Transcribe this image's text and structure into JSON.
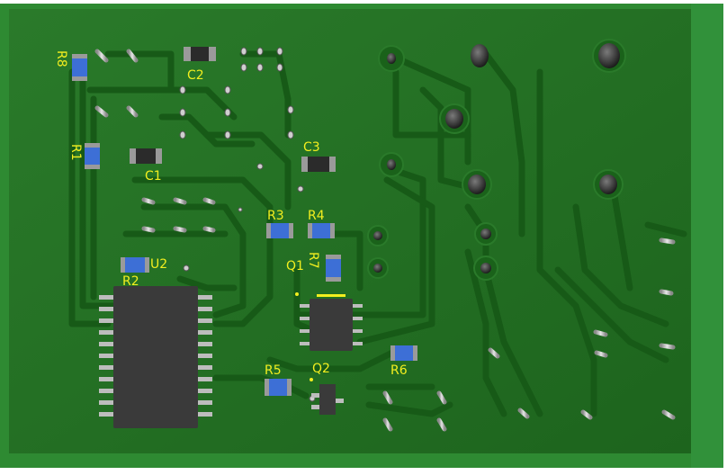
{
  "board": {
    "colors": {
      "substrate": "#2f7a2f",
      "soldermask": "#1f6a1f",
      "trace": "#175a17",
      "silkscreen": "#f2ee1f",
      "pad_blue": "#3d6fd6",
      "ic_body": "#3a3a3a",
      "pin": "#b9b9b9"
    }
  },
  "labels": {
    "R8": "R8",
    "C2": "C2",
    "R1": "R1",
    "C1": "C1",
    "C3": "C3",
    "R3": "R3",
    "R4": "R4",
    "Q1": "Q1",
    "R7": "R7",
    "U2": "U2",
    "R2": "R2",
    "R5": "R5",
    "Q2": "Q2",
    "R6": "R6"
  }
}
